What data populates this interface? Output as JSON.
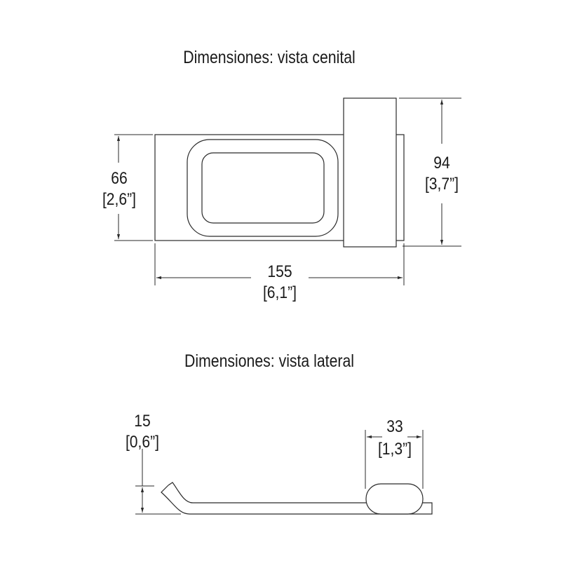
{
  "top_view": {
    "title": "Dimensiones: vista cenital",
    "height_mm": "66",
    "height_in": "[2,6”]",
    "total_height_mm": "94",
    "total_height_in": "[3,7”]",
    "length_mm": "155",
    "length_in": "[6,1”]"
  },
  "side_view": {
    "title": "Dimensiones: vista lateral",
    "height_mm": "15",
    "height_in": "[0,6”]",
    "depth_mm": "33",
    "depth_in": "[1,3”]"
  }
}
